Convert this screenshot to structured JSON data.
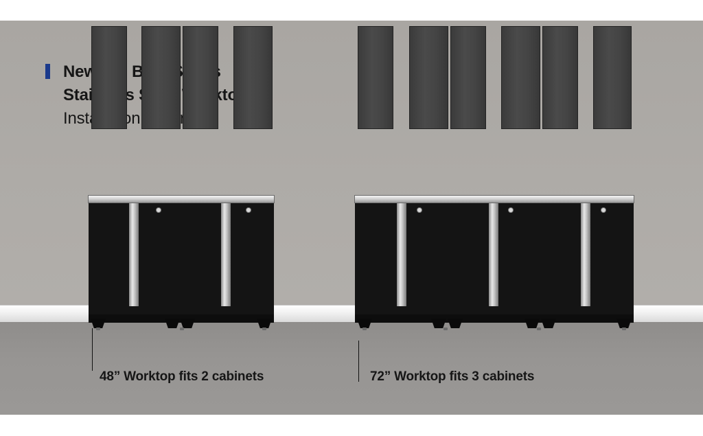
{
  "title": {
    "line1": "NewAge Bold Series",
    "line2": "Stainless Steel Worktop",
    "line3": "Installation options"
  },
  "captions": {
    "left": "48” Worktop fits 2 cabinets",
    "right": "72” Worktop fits 3 cabinets"
  },
  "colors": {
    "accent_bar": "#1b3a8c",
    "wall": "#aeaba7",
    "floor": "#979593",
    "cabinet_door": "#444444",
    "cabinet_frame": "#141414"
  }
}
